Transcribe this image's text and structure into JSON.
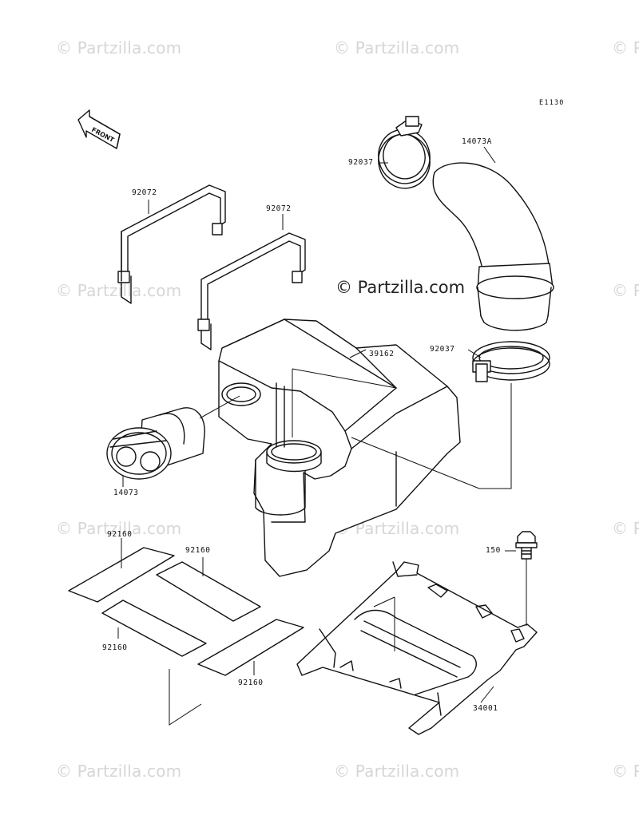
{
  "diagram_code": "E1130",
  "front_indicator": "FRONT",
  "watermark": {
    "main": "© Partzilla.com",
    "faint": "© Partzilla.com"
  },
  "parts": {
    "strap_left": "92072",
    "strap_right": "92072",
    "clamp_upper": "92037",
    "elbow_hose": "14073A",
    "clamp_lower": "92037",
    "air_box": "39162",
    "intake_duct": "14073",
    "bolt": "150",
    "bracket": "34001",
    "pad_1": "92160",
    "pad_2": "92160",
    "pad_3": "92160",
    "pad_4": "92160"
  }
}
